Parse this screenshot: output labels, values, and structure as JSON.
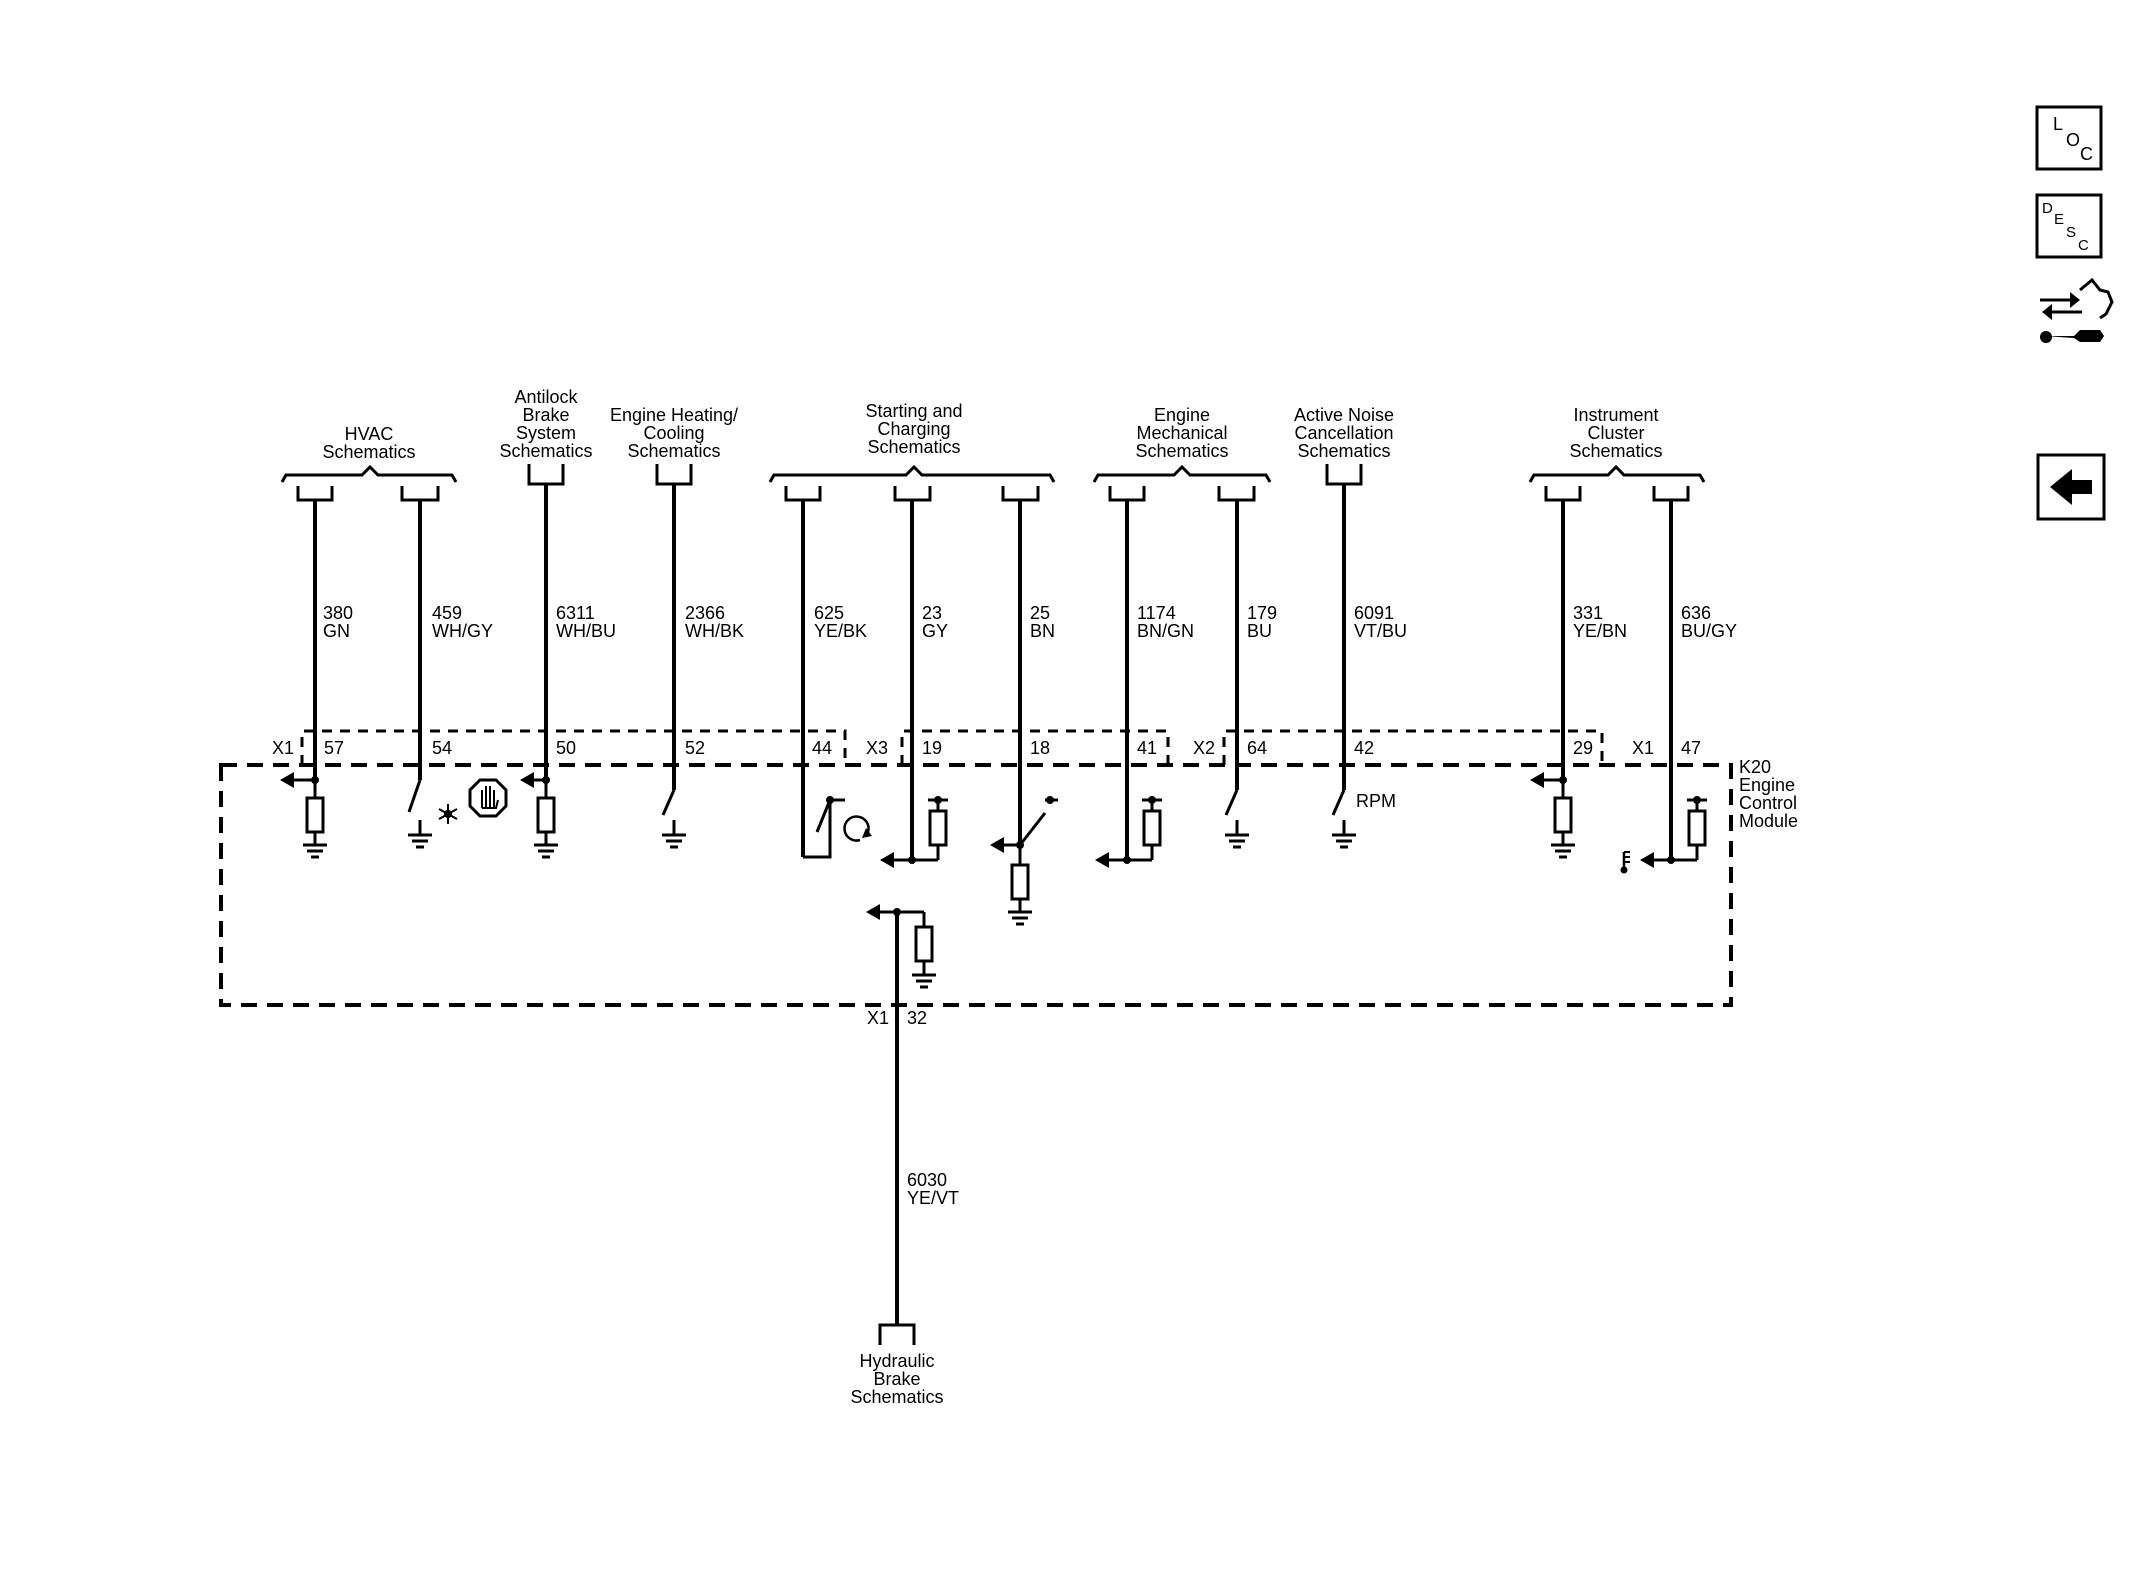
{
  "sidebar": {
    "loc_label": [
      "L",
      "O",
      "C"
    ],
    "desc_label": [
      "D",
      "E",
      "S",
      "C"
    ],
    "connector_tool_icon": "connector-repair-icon",
    "back_icon": "back-arrow-icon"
  },
  "module": {
    "name": [
      "K20",
      "Engine",
      "Control",
      "Module"
    ]
  },
  "groups": {
    "hvac": [
      "HVAC",
      "Schematics"
    ],
    "abs": [
      "Antilock",
      "Brake",
      "System",
      "Schematics"
    ],
    "heating": [
      "Engine Heating/",
      "Cooling",
      "Schematics"
    ],
    "starting": [
      "Starting and",
      "Charging",
      "Schematics"
    ],
    "mech": [
      "Engine",
      "Mechanical",
      "Schematics"
    ],
    "anc": [
      "Active Noise",
      "Cancellation",
      "Schematics"
    ],
    "cluster": [
      "Instrument",
      "Cluster",
      "Schematics"
    ],
    "hydraulic": [
      "Hydraulic",
      "Brake",
      "Schematics"
    ]
  },
  "wires": [
    {
      "circuit": "380",
      "color": "GN"
    },
    {
      "circuit": "459",
      "color": "WH/GY"
    },
    {
      "circuit": "6311",
      "color": "WH/BU"
    },
    {
      "circuit": "2366",
      "color": "WH/BK"
    },
    {
      "circuit": "625",
      "color": "YE/BK"
    },
    {
      "circuit": "23",
      "color": "GY"
    },
    {
      "circuit": "25",
      "color": "BN"
    },
    {
      "circuit": "1174",
      "color": "BN/GN"
    },
    {
      "circuit": "179",
      "color": "BU"
    },
    {
      "circuit": "6091",
      "color": "VT/BU"
    },
    {
      "circuit": "331",
      "color": "YE/BN"
    },
    {
      "circuit": "636",
      "color": "BU/GY"
    },
    {
      "circuit": "6030",
      "color": "YE/VT"
    }
  ],
  "pins": [
    "57",
    "54",
    "50",
    "52",
    "44",
    "19",
    "18",
    "41",
    "64",
    "42",
    "29",
    "47",
    "32"
  ],
  "connectors": {
    "x1_left": "X1",
    "x3": "X3",
    "x2": "X2",
    "x1_right": "X1",
    "x1_bottom": "X1"
  },
  "rpm_label": "RPM",
  "icons": {
    "snowflake": "snowflake-icon",
    "stop_hand": "stop-hand-icon",
    "rotation": "rotation-arrow-icon",
    "thermometer": "temperature-icon"
  }
}
